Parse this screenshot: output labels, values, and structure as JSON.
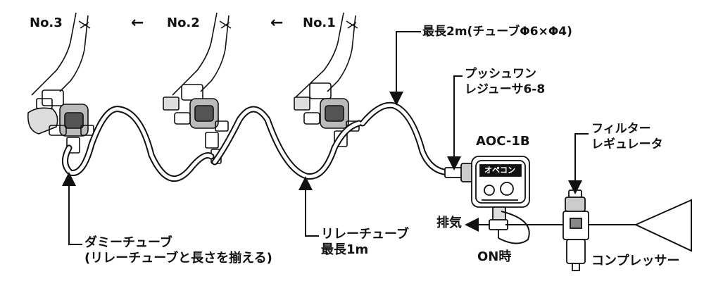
{
  "stations": {
    "no3": "No.3",
    "no2": "No.2",
    "no1": "No.1",
    "arrow_glyph": "←"
  },
  "tube": {
    "max_length": "最長2m(チューブΦ6×Φ4)"
  },
  "push_one_reducer": {
    "line1": "プッシュワン",
    "line2": "レジューサ6-8"
  },
  "device": {
    "model": "AOC-1B"
  },
  "filter_regulator": {
    "line1": "フィルター",
    "line2": "レギュレータ"
  },
  "exhaust": {
    "label": "排気",
    "on_label": "ON時"
  },
  "compressor": {
    "label": "コンプレッサー"
  },
  "dummy_tube": {
    "line1": "ダミーチューブ",
    "line2": "(リレーチューブと長さを揃える)"
  },
  "relay_tube": {
    "line1": "リレーチューブ",
    "line2": "最長1m"
  },
  "colors": {
    "ink": "#111111",
    "background": "#ffffff"
  }
}
